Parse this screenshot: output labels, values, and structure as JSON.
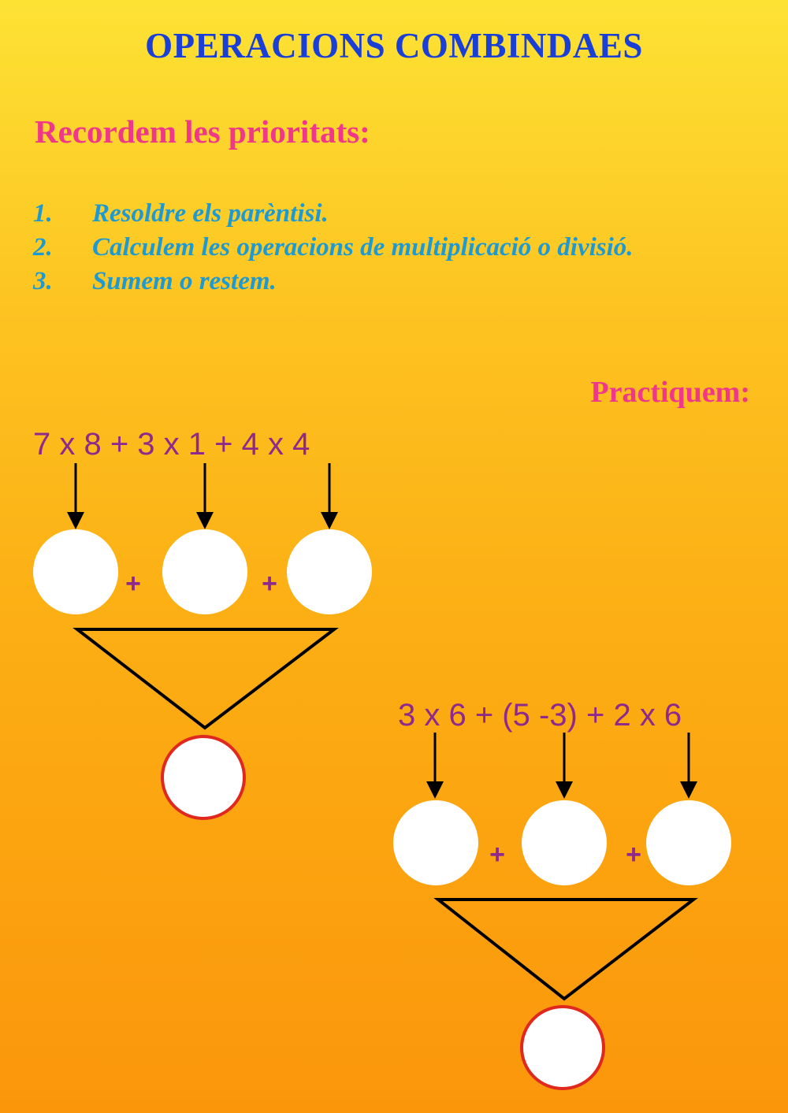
{
  "title": "OPERACIONS COMBINDAES",
  "subtitle": "Recordem les prioritats:",
  "rules": [
    {
      "num": "1.",
      "text": "Resoldre els parèntisi."
    },
    {
      "num": "2.",
      "text": "Calculem les operacions de  multiplicació o divisió."
    },
    {
      "num": "3.",
      "text": "Sumem o restem."
    }
  ],
  "practice_label": "Practiquem:",
  "exercises": [
    {
      "expression": "7 x 8 + 3 x 1 + 4 x 4",
      "operators": [
        "+",
        "+"
      ]
    },
    {
      "expression": "3 x 6 + (5 -3) + 2 x 6",
      "operators": [
        "+",
        "+"
      ]
    }
  ],
  "colors": {
    "title": "#1a3fd6",
    "subtitle": "#f0378a",
    "rules": "#1d9ad2",
    "expression": "#8e2a8c",
    "result_circle_border": "#e0281e"
  }
}
